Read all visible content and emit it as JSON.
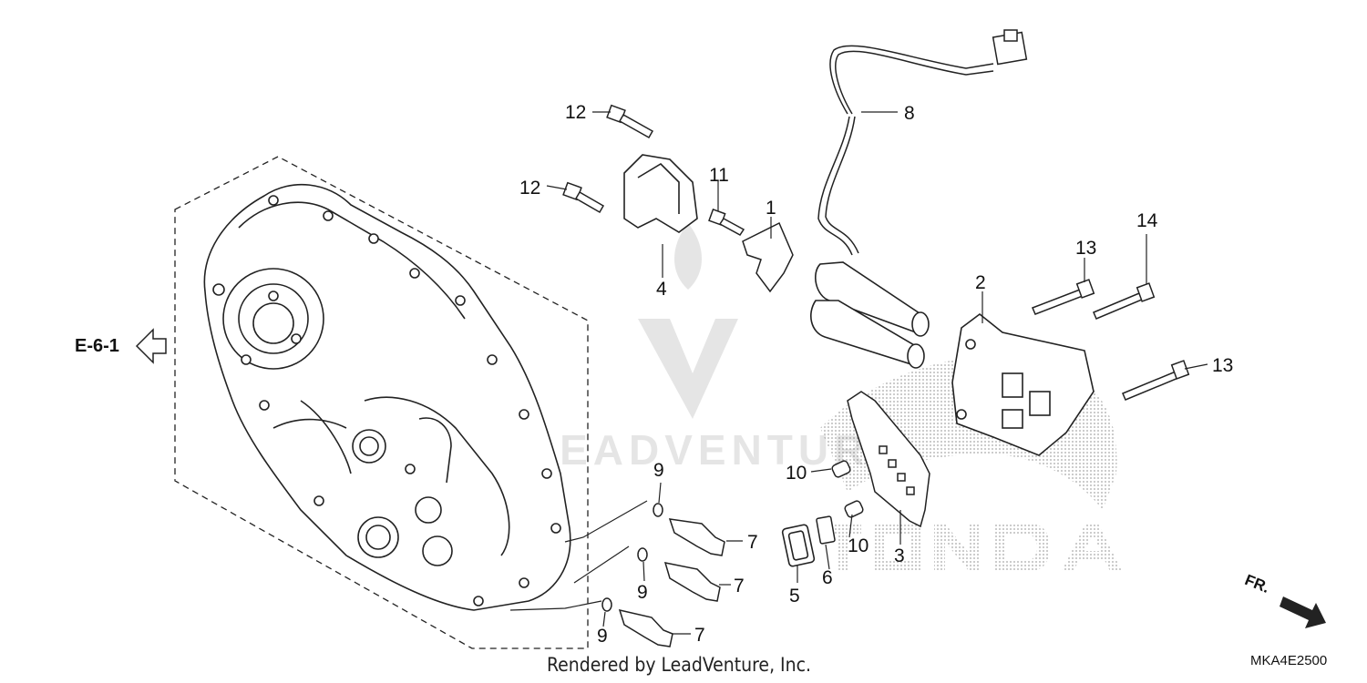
{
  "diagram": {
    "reference_label": "E-6-1",
    "direction_label": "FR.",
    "diagram_code": "MKA4E2500",
    "footer": "Rendered by LeadVenture, Inc.",
    "watermark_text": "LEADVENTURE"
  },
  "callouts": [
    {
      "id": "c1",
      "text": "1"
    },
    {
      "id": "c2",
      "text": "2"
    },
    {
      "id": "c3",
      "text": "3"
    },
    {
      "id": "c4",
      "text": "4"
    },
    {
      "id": "c5",
      "text": "5"
    },
    {
      "id": "c6",
      "text": "6"
    },
    {
      "id": "c7a",
      "text": "7"
    },
    {
      "id": "c7b",
      "text": "7"
    },
    {
      "id": "c7c",
      "text": "7"
    },
    {
      "id": "c8",
      "text": "8"
    },
    {
      "id": "c9a",
      "text": "9"
    },
    {
      "id": "c9b",
      "text": "9"
    },
    {
      "id": "c9c",
      "text": "9"
    },
    {
      "id": "c10a",
      "text": "10"
    },
    {
      "id": "c10b",
      "text": "10"
    },
    {
      "id": "c11",
      "text": "11"
    },
    {
      "id": "c12a",
      "text": "12"
    },
    {
      "id": "c12b",
      "text": "12"
    },
    {
      "id": "c13a",
      "text": "13"
    },
    {
      "id": "c13b",
      "text": "13"
    },
    {
      "id": "c14",
      "text": "14"
    }
  ]
}
